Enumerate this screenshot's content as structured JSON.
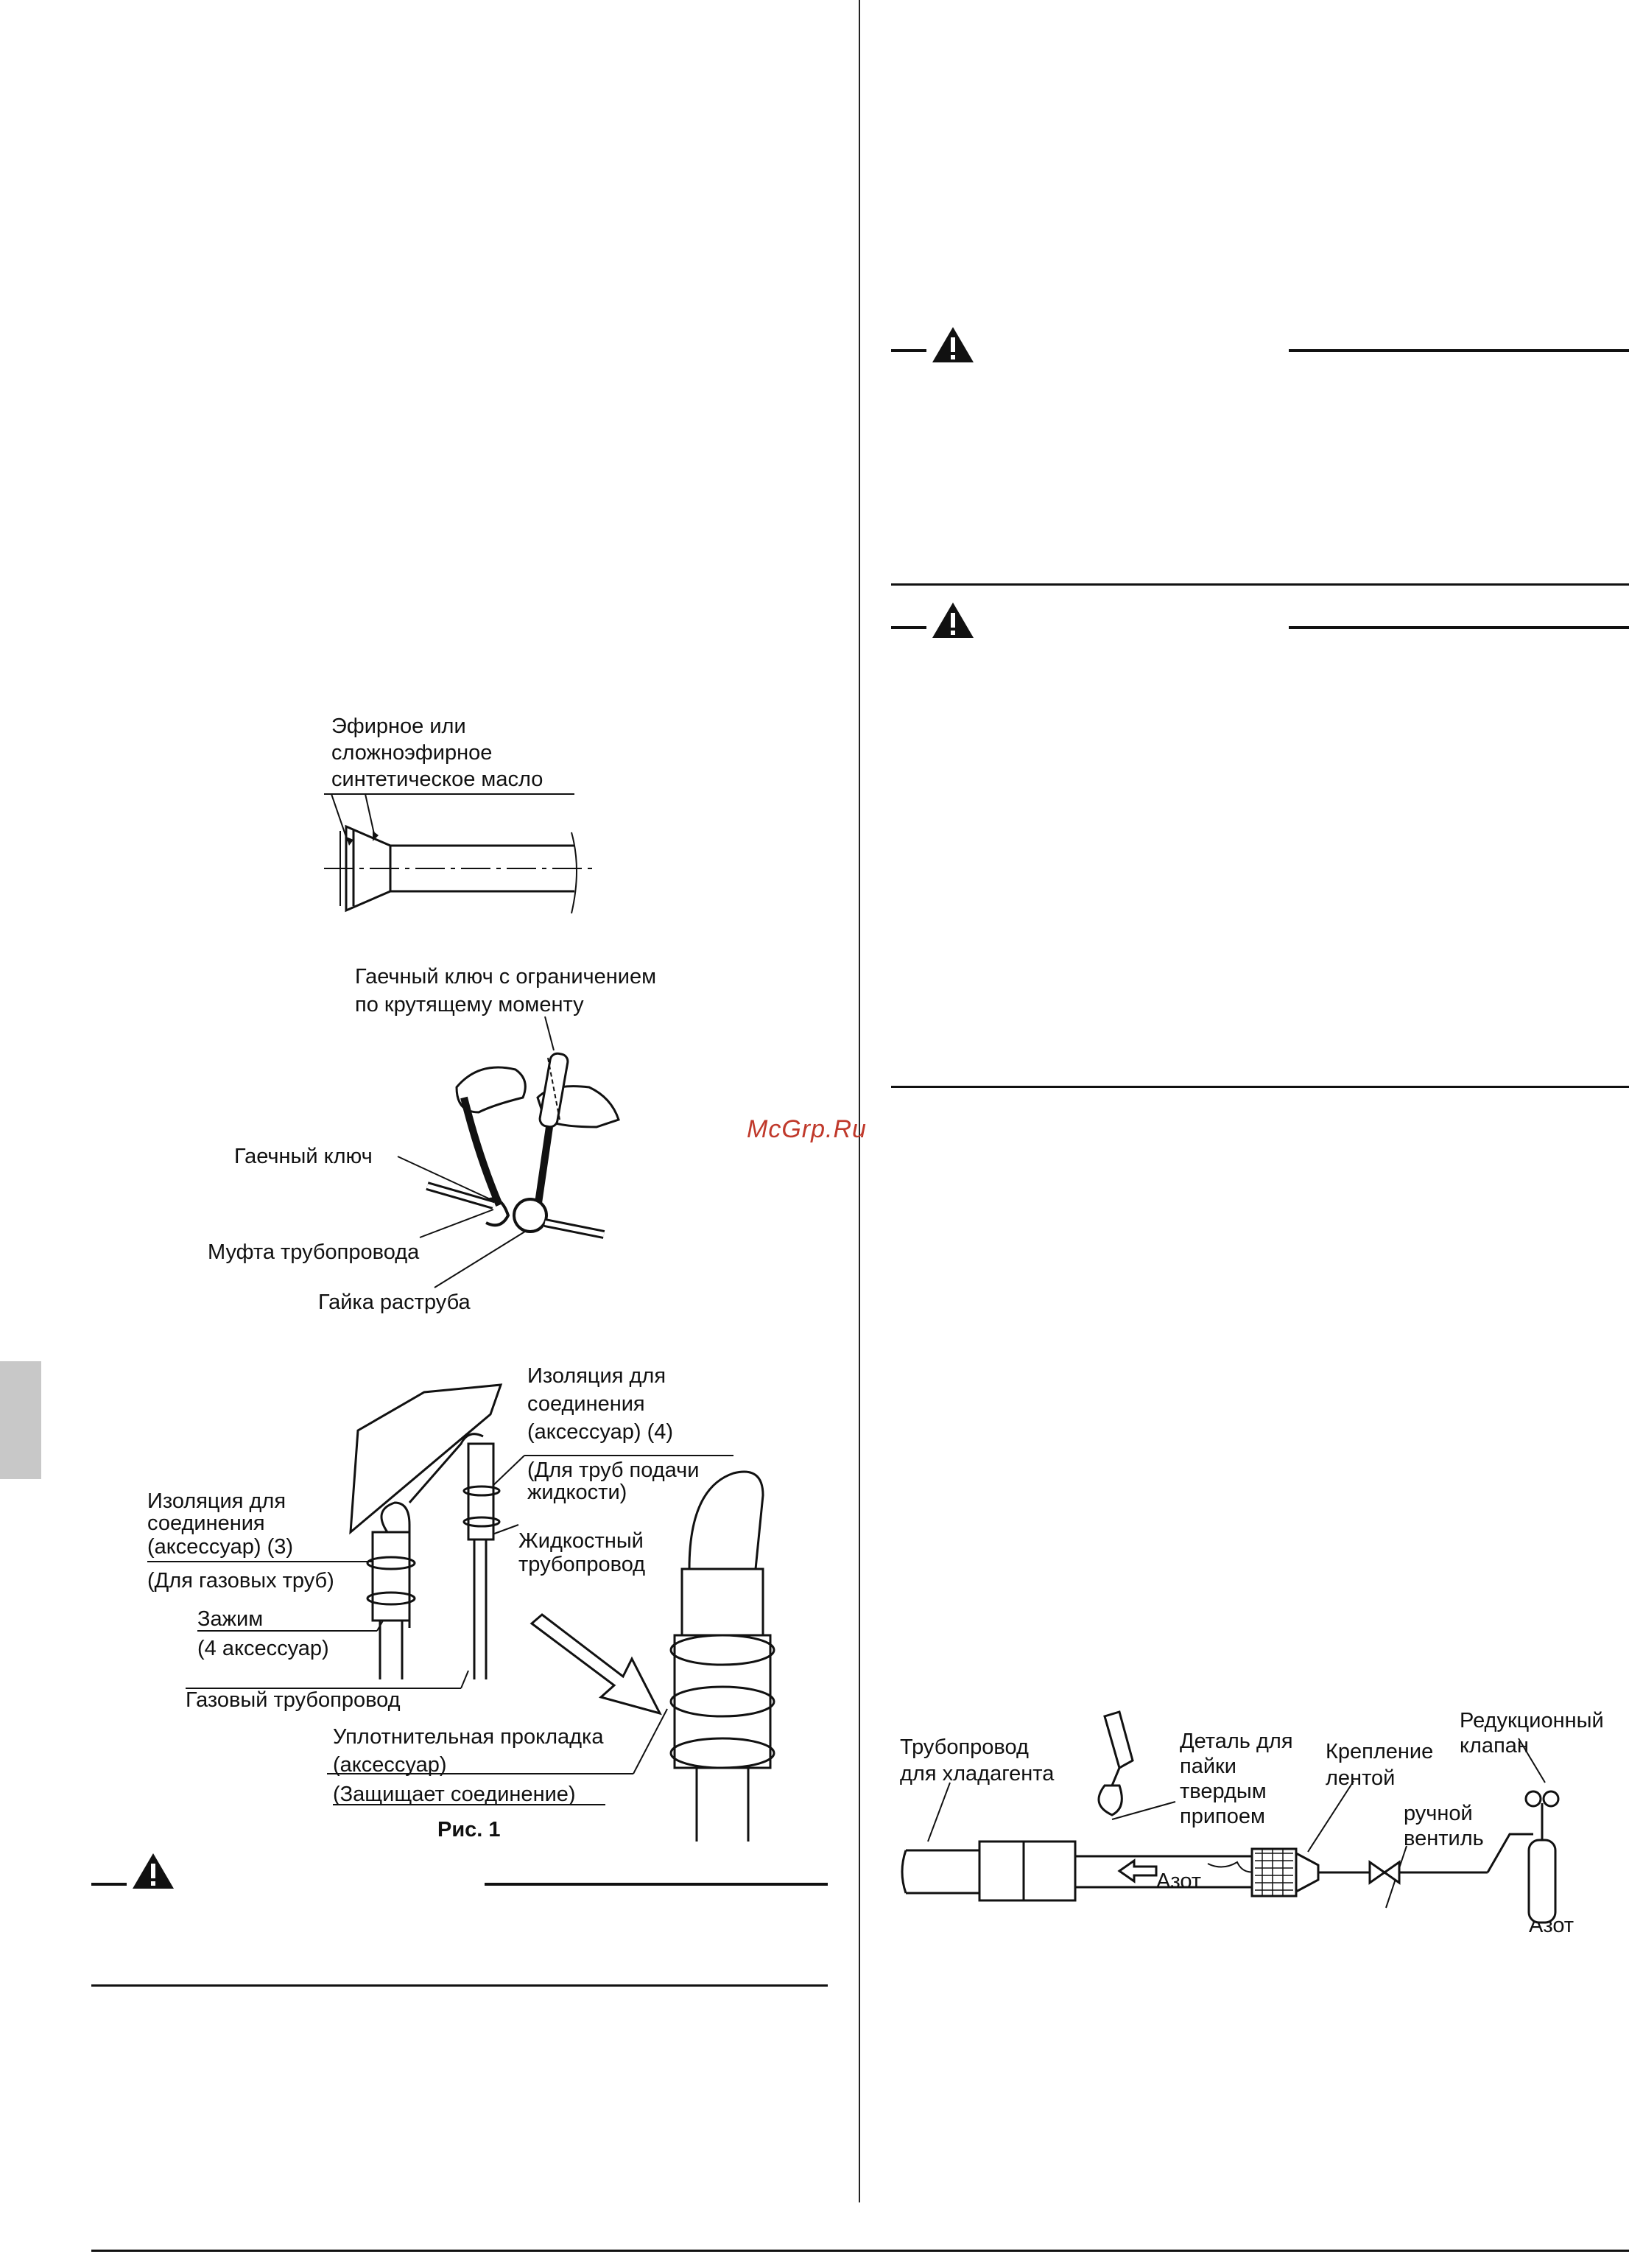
{
  "watermark": "McGrp.Ru",
  "fig_oil": {
    "label": [
      "Эфирное или",
      "сложноэфирное",
      "синтетическое масло"
    ]
  },
  "fig_wrench": {
    "torque_wrench": [
      "Гаечный ключ с ограничением",
      "по крутящему моменту"
    ],
    "spanner": "Гаечный ключ",
    "pipe_union": "Муфта трубопровода",
    "flare_nut": "Гайка раструба"
  },
  "fig1": {
    "insul4": [
      "Изоляция для",
      "соединения",
      "(аксессуар) (4)"
    ],
    "liquid_note": [
      "(Для труб подачи",
      "жидкости)"
    ],
    "insul3": [
      "Изоляция для",
      "соединения",
      "(аксессуар) (3)"
    ],
    "gas_note": "(Для газовых труб)",
    "liquid_pipe": [
      "Жидкостный",
      "трубопровод"
    ],
    "clamp": [
      "Зажим",
      "(4 аксессуар)"
    ],
    "gas_pipe": "Газовый трубопровод",
    "seal": [
      "Уплотнительная прокладка",
      "(аксессуар)"
    ],
    "seal_note": "(Защищает соединение)",
    "caption": "Рис. 1"
  },
  "fig_brazing": {
    "refrigerant_pipe": [
      "Трубопровод",
      "для хладагента"
    ],
    "brazed_part": [
      "Деталь для",
      "пайки",
      "твердым",
      "припоем"
    ],
    "taping": [
      "Крепление",
      "лентой"
    ],
    "reducing_valve": [
      "Редукционный",
      "клапан"
    ],
    "hand_valve": [
      "ручной",
      "вентиль"
    ],
    "nitrogen_flow": "Азот",
    "nitrogen_tank": "Азот"
  },
  "icons": [
    "warning-icon",
    "warning-icon",
    "warning-icon"
  ]
}
